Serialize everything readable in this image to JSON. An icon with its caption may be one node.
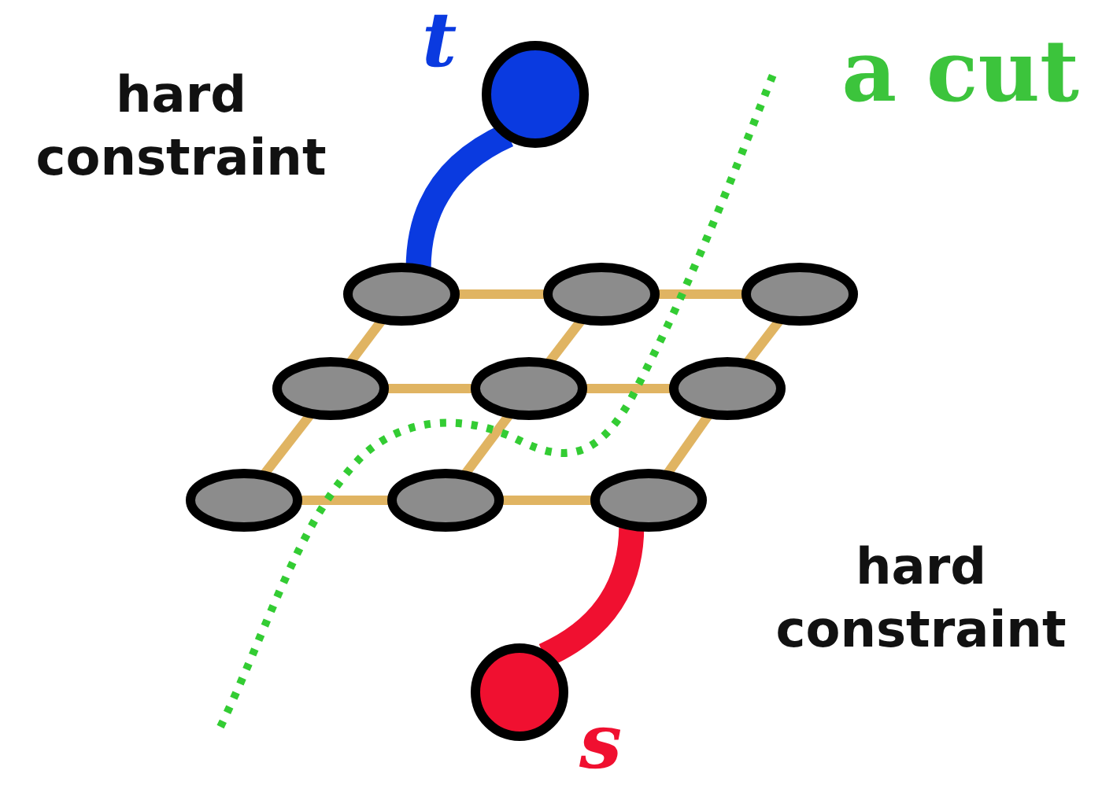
{
  "diagram": {
    "nodes": [
      {
        "text": [
          "t"
        ]
      },
      {
        "text": [],
        "shape": "ellipse"
      },
      {
        "text": [],
        "shape": "ellipse"
      },
      {
        "text": [],
        "shape": "ellipse"
      },
      {
        "text": [],
        "shape": "ellipse"
      },
      {
        "text": [],
        "shape": "ellipse"
      },
      {
        "text": [],
        "shape": "ellipse"
      },
      {
        "text": [],
        "shape": "ellipse"
      },
      {
        "text": [],
        "shape": "ellipse"
      },
      {
        "text": [],
        "shape": "ellipse"
      },
      {
        "text": [
          "s"
        ]
      }
    ],
    "edges": [
      {
        "from": 1,
        "to": 2,
        "arrow": "none"
      },
      {
        "from": 2,
        "to": 3,
        "arrow": "none"
      },
      {
        "from": 4,
        "to": 5,
        "arrow": "none"
      },
      {
        "from": 5,
        "to": 6,
        "arrow": "none"
      },
      {
        "from": 7,
        "to": 8,
        "arrow": "none"
      },
      {
        "from": 8,
        "to": 9,
        "arrow": "none"
      },
      {
        "from": 1,
        "to": 4,
        "arrow": "none"
      },
      {
        "from": 2,
        "to": 5,
        "arrow": "none"
      },
      {
        "from": 3,
        "to": 6,
        "arrow": "none"
      },
      {
        "from": 4,
        "to": 7,
        "arrow": "none"
      },
      {
        "from": 5,
        "to": 8,
        "arrow": "none"
      },
      {
        "from": 6,
        "to": 9,
        "arrow": "none"
      },
      {
        "from": 0,
        "to": 1,
        "arrow": "none",
        "style": "thick",
        "color": "#0a3ae0"
      },
      {
        "from": 10,
        "to": 9,
        "arrow": "none",
        "style": "thick",
        "color": "#f01030"
      }
    ],
    "labels": [
      "hard constraint",
      "a cut",
      "hard constraint"
    ]
  }
}
